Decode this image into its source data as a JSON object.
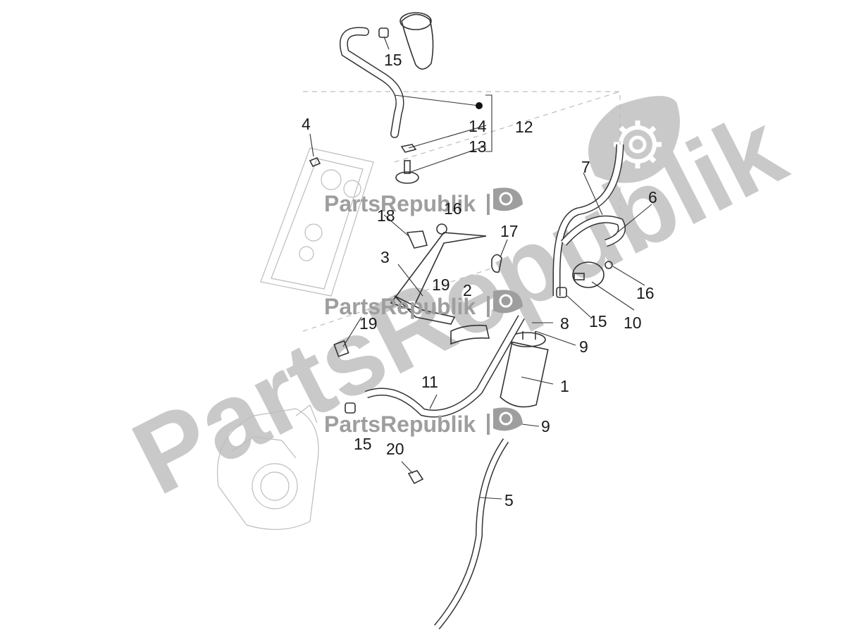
{
  "watermark": {
    "brand_big": "PartsRepublik",
    "brand_small": "PartsRepublik",
    "colors": {
      "big": "#c9c9c9",
      "small": "#9e9e9e",
      "icon": "#9e9e9e"
    }
  },
  "callouts": {
    "c1": "1",
    "c2": "2",
    "c3": "3",
    "c4": "4",
    "c5": "5",
    "c6": "6",
    "c7": "7",
    "c8": "8",
    "c9a": "9",
    "c9b": "9",
    "c10": "10",
    "c11": "11",
    "c12": "12",
    "c13": "13",
    "c14": "14",
    "c15a": "15",
    "c15b": "15",
    "c15c": "15",
    "c16a": "16",
    "c16b": "16",
    "c17": "17",
    "c18": "18",
    "c19a": "19",
    "c19b": "19",
    "c20": "20"
  }
}
